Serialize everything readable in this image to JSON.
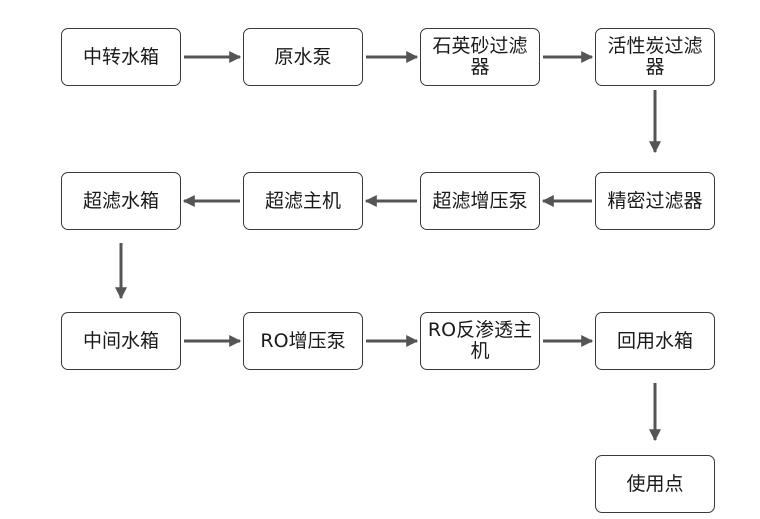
{
  "colors": {
    "arrow": "#555555",
    "border": "#3a3a3a",
    "text": "#1a1a1a"
  },
  "nodes": {
    "transfer_tank": "中转水箱",
    "raw_water_pump": "原水泵",
    "quartz_sand_filter": "石英砂过滤器",
    "activated_carbon_filter": "活性炭过滤器",
    "precision_filter": "精密过滤器",
    "uf_booster_pump": "超滤增压泵",
    "uf_main_unit": "超滤主机",
    "uf_water_tank": "超滤水箱",
    "intermediate_tank": "中间水箱",
    "ro_booster_pump": "RO增压泵",
    "ro_main_unit": "RO反渗透主机",
    "reuse_water_tank": "回用水箱",
    "point_of_use": "使用点"
  }
}
